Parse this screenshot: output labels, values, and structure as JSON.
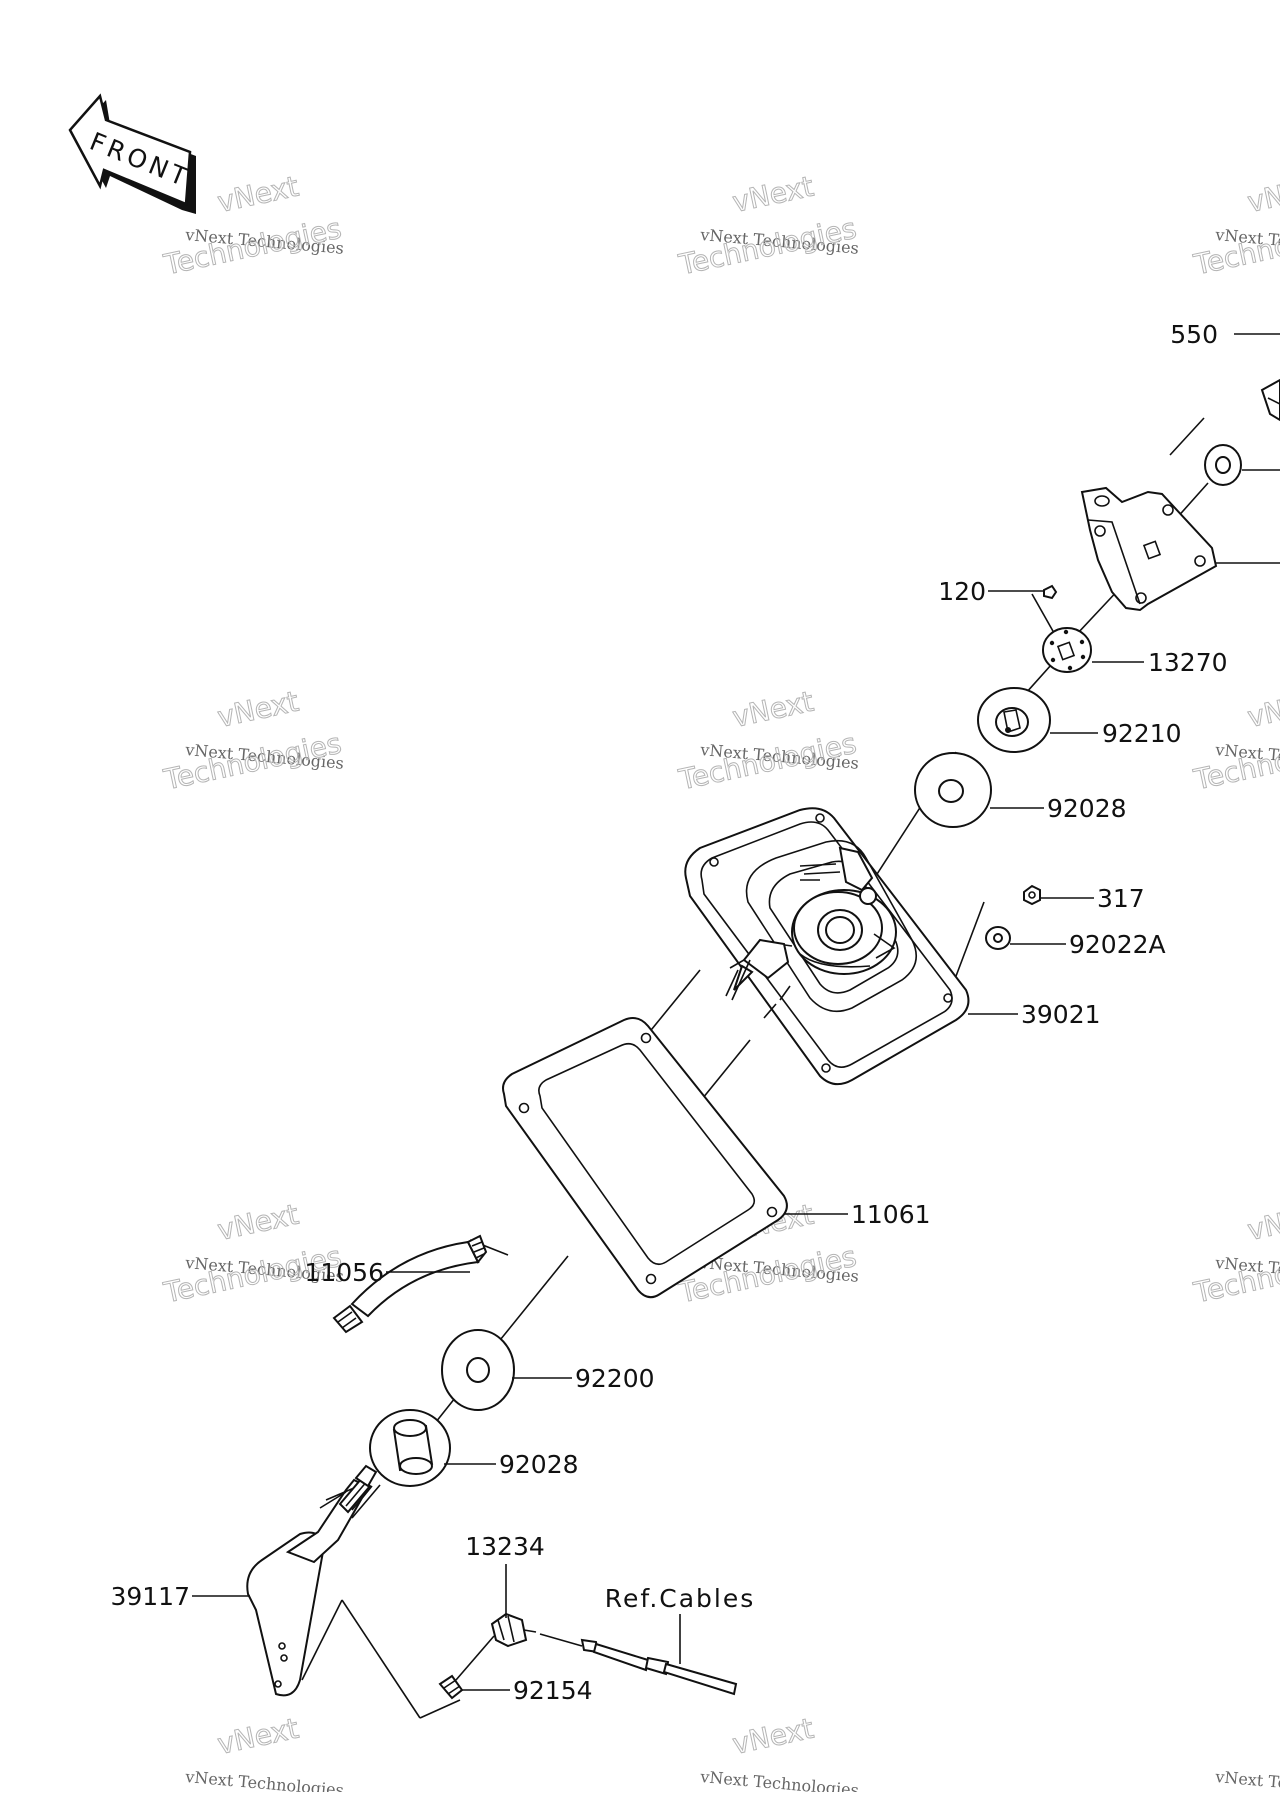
{
  "front_badge": "FRONT",
  "watermark": {
    "line1": "vNext Technologies",
    "line2": "Technologies",
    "line3": "vNext"
  },
  "labels": {
    "p550": "550",
    "p120": "120",
    "p13270": "13270",
    "p92210": "92210",
    "p92028_top": "92028",
    "p317": "317",
    "p92022A": "92022A",
    "p39021": "39021",
    "p11061": "11061",
    "p11056": "11056",
    "p92200": "92200",
    "p92028_bottom": "92028",
    "p13234": "13234",
    "ref_cables": "Ref.Cables",
    "p39117": "39117",
    "p92154": "92154"
  }
}
